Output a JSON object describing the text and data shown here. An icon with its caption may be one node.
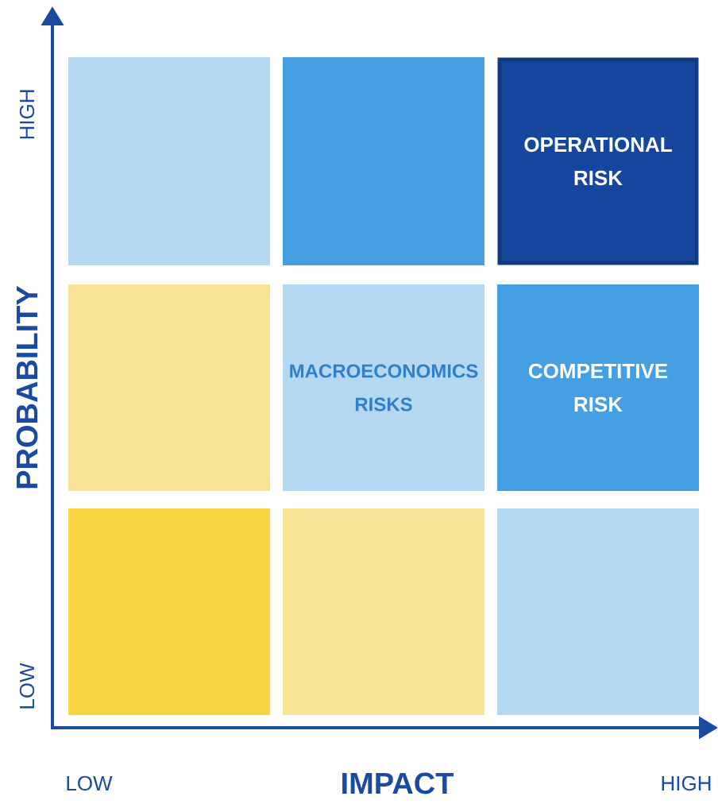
{
  "diagram": {
    "nodes": [
      {
        "text": [],
        "shape": "box"
      },
      {
        "text": [],
        "shape": "box"
      },
      {
        "text": [
          "OPERATIONAL RISK"
        ]
      },
      {
        "text": [],
        "shape": "box"
      },
      {
        "text": [
          "MACROECONOMICS RISKS"
        ]
      },
      {
        "text": [
          "COMPETITIVE RISK"
        ]
      },
      {
        "text": [],
        "shape": "box"
      },
      {
        "text": [],
        "shape": "box"
      },
      {
        "text": [],
        "shape": "box"
      }
    ],
    "labels": [
      "HIGH",
      "PROBABILITY",
      "LOW",
      "LOW",
      "IMPACT",
      "HIGH"
    ]
  }
}
